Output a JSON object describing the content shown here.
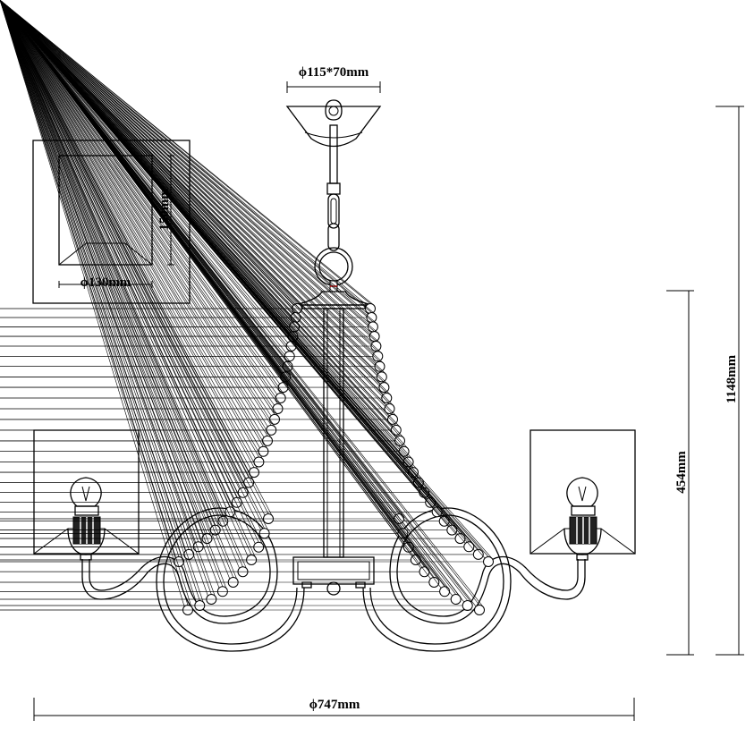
{
  "dimensions": {
    "canopy": "ϕ115*70mm",
    "shade_height": "150mm",
    "shade_diameter": "ϕ130mm",
    "body_height": "454mm",
    "total_height": "1148mm",
    "total_diameter": "ϕ747mm"
  }
}
